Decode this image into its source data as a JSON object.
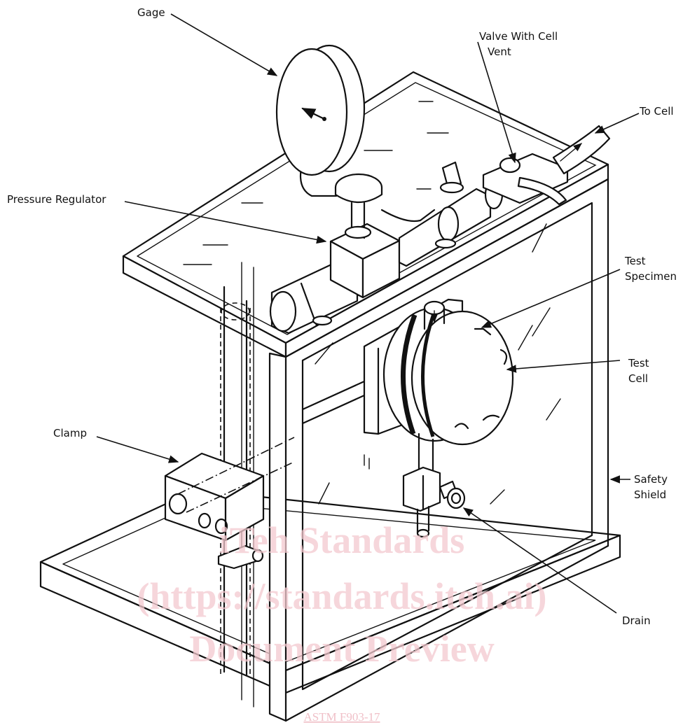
{
  "labels": {
    "gage": "Gage",
    "valve_line1": "Valve With Cell",
    "valve_line2": "Vent",
    "to_cell": "To Cell",
    "pressure_regulator": "Pressure Regulator",
    "test_specimen_line1": "Test",
    "test_specimen_line2": "Specimen",
    "test_cell_line1": "Test",
    "test_cell_line2": "Cell",
    "clamp": "Clamp",
    "safety_shield_line1": "Safety",
    "safety_shield_line2": "Shield",
    "drain": "Drain"
  },
  "watermark": {
    "line1": "iTeh Standards",
    "line2": "(https://standards.iteh.ai)",
    "line3": "Document Preview",
    "footer": "ASTM F903-17"
  }
}
